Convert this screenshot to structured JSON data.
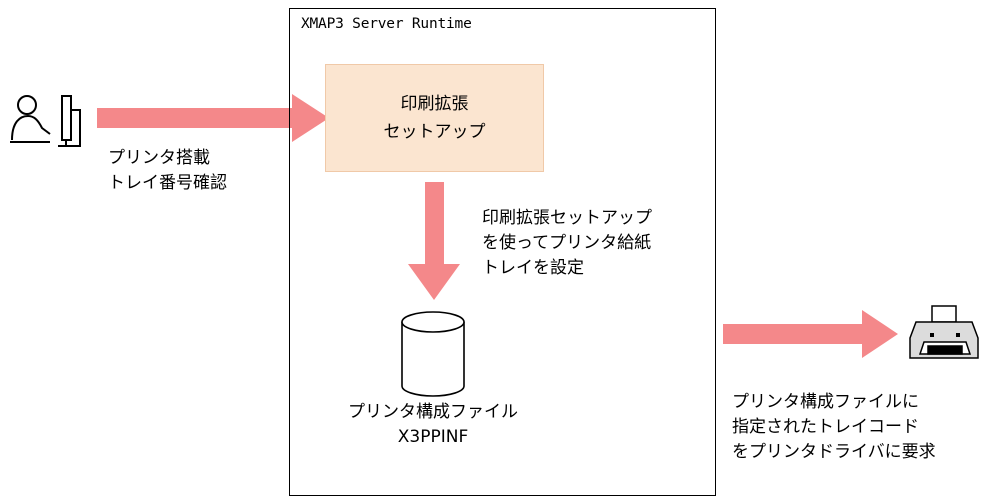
{
  "runtime": {
    "title": "XMAP3 Server Runtime"
  },
  "setup_box": {
    "line1": "印刷拡張",
    "line2": "セットアップ"
  },
  "user_step": {
    "line1": "プリンタ搭載",
    "line2": "トレイ番号確認"
  },
  "setup_step": {
    "line1": "印刷拡張セットアップ",
    "line2": "を使ってプリンタ給紙",
    "line3": "トレイを設定"
  },
  "config_file": {
    "name": "プリンタ構成ファイル",
    "filename": "X3PPINF"
  },
  "output_step": {
    "line1": "プリンタ構成ファイルに",
    "line2": "指定されたトレイコード",
    "line3": "をプリンタドライバに要求"
  },
  "colors": {
    "arrow": "#f4888a",
    "setup_fill": "#fbe5d0",
    "setup_border": "#f0c9a8",
    "printer_body": "#dcdcdc"
  },
  "icons": [
    "user-at-computer-icon",
    "printer-icon",
    "database-cylinder-icon"
  ]
}
